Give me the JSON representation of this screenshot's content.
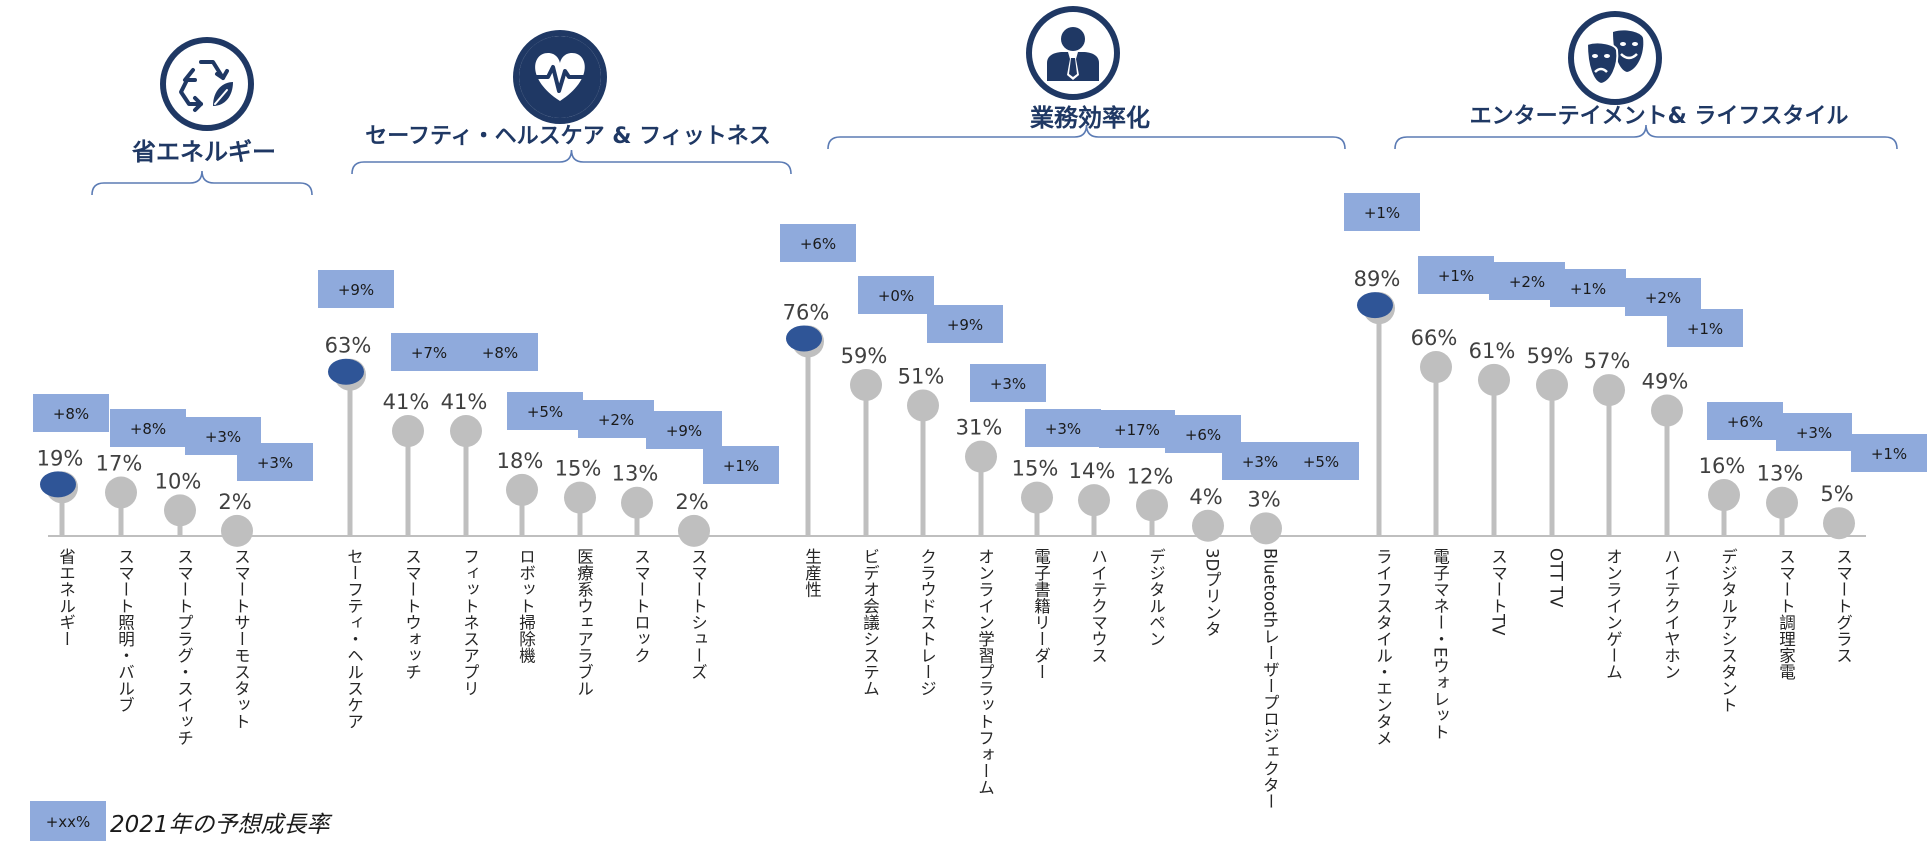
{
  "colors": {
    "navy": "#1f3864",
    "lollipop_gray": "#bfbfbf",
    "highlight_blue": "#2f5597",
    "badge_fill": "#8faadc",
    "bracket": "#5b7bb4"
  },
  "groups": [
    {
      "title": "省エネルギー",
      "icon": "recycle-leaf-icon"
    },
    {
      "title": "セーフティ・ヘルスケア & フィットネス",
      "icon": "heart-pulse-icon"
    },
    {
      "title": "業務効率化",
      "icon": "businessman-icon"
    },
    {
      "title": "エンターテイメント& ライフスタイル",
      "icon": "theater-masks-icon"
    }
  ],
  "legend": {
    "badge": "+xx%",
    "text": "2021年の予想成長率"
  },
  "chart_data": {
    "type": "lollipop",
    "ylim": [
      0,
      100
    ],
    "value_unit": "%",
    "categories": [
      "省エネルギー",
      "スマート照明・バルブ",
      "スマートプラグ・スイッチ",
      "スマートサーモスタット",
      "セーフティ・ヘルスケア",
      "スマートウォッチ",
      "フィットネスアプリ",
      "ロボット掃除機",
      "医療系ウェアラブル",
      "スマートロック",
      "スマートシューズ",
      "生産性",
      "ビデオ会議システム",
      "クラウドストレージ",
      "オンライン学習プラットフォーム",
      "電子書籍リーダー",
      "ハイテクマウス",
      "デジタルペン",
      "3Dプリンタ",
      "Bluetoothレーザープロジェクター",
      "ライフスタイル・エンタメ",
      "電子マネー・Eウォレット",
      "スマートTV",
      "OTT TV",
      "オンラインゲーム",
      "ハイテクイヤホン",
      "デジタルアシスタント",
      "スマート調理家電",
      "スマートグラス"
    ],
    "values": [
      19,
      17,
      10,
      2,
      63,
      41,
      41,
      18,
      15,
      13,
      2,
      76,
      59,
      51,
      31,
      15,
      14,
      12,
      4,
      3,
      89,
      66,
      61,
      59,
      57,
      49,
      16,
      13,
      5
    ],
    "value_labels": [
      "19%",
      "17%",
      "10%",
      "2%",
      "63%",
      "41%",
      "41%",
      "18%",
      "15%",
      "13%",
      "2%",
      "76%",
      "59%",
      "51%",
      "31%",
      "15%",
      "14%",
      "12%",
      "4%",
      "3%",
      "89%",
      "66%",
      "61%",
      "59%",
      "57%",
      "49%",
      "16%",
      "13%",
      "5%"
    ],
    "growth_labels": [
      "+8%",
      "+8%",
      "+3%",
      "+3%",
      "+9%",
      "+7%",
      "+8%",
      "+5%",
      "+2%",
      "+9%",
      "+1%",
      "+6%",
      "+0%",
      "+9%",
      "+3%",
      "+3%",
      "+17%",
      "+6%",
      "+3%",
      "+5%",
      "+1%",
      "+1%",
      "+2%",
      "+1%",
      "+2%",
      "+1%",
      "+6%",
      "+3%",
      "+1%"
    ],
    "group_index": [
      0,
      0,
      0,
      0,
      1,
      1,
      1,
      1,
      1,
      1,
      1,
      2,
      2,
      2,
      2,
      2,
      2,
      2,
      2,
      2,
      3,
      3,
      3,
      3,
      3,
      3,
      3,
      3,
      3
    ],
    "highlighted": [
      true,
      false,
      false,
      false,
      true,
      false,
      false,
      false,
      false,
      false,
      false,
      true,
      false,
      false,
      false,
      false,
      false,
      false,
      false,
      false,
      true,
      false,
      false,
      false,
      false,
      false,
      false,
      false,
      false
    ]
  }
}
